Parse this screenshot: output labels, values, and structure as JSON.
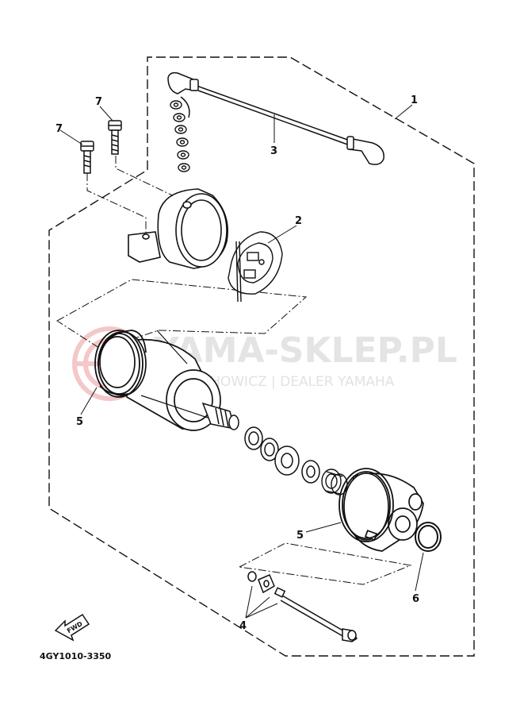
{
  "diagram": {
    "callouts": [
      "1",
      "2",
      "3",
      "4",
      "5",
      "5",
      "6",
      "7",
      "7"
    ],
    "drawing_code": "4GY1010-3350",
    "direction_label": "FWD"
  },
  "watermark": {
    "title": "YAMA-SKLEP.PL",
    "subtitle": "W... ECHOWICZ | DEALER YAMAHA"
  },
  "colors": {
    "line": "#111111",
    "watermark": "#e4e4e4",
    "watermark_logo": "#f4c8c8"
  }
}
